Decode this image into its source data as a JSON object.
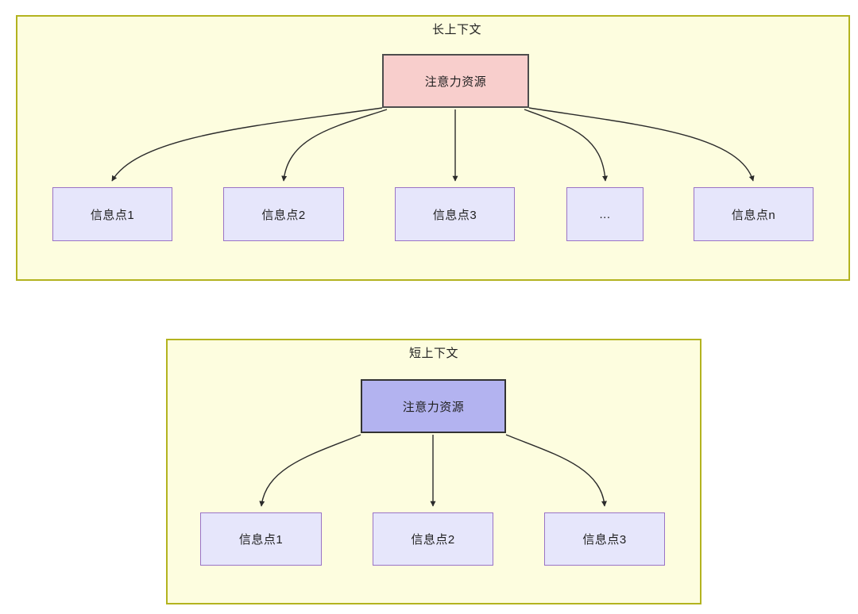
{
  "diagram": {
    "title_hidden": "",
    "colors": {
      "panel_fill": "#fdfddf",
      "panel_border": "#b3b31f",
      "root_long_fill": "#f8cecc",
      "root_long_border": "#4d4d4d",
      "root_short_fill": "#b3b3f0",
      "root_short_border": "#333333",
      "leaf_fill": "#e6e6fb",
      "leaf_border": "#9a73c6",
      "edge_stroke": "#2b2b2b",
      "text": "#1f1f1f"
    },
    "panels": [
      {
        "id": "long-context",
        "title": "长上下文",
        "root": {
          "label": "注意力资源"
        },
        "leaves": [
          {
            "label": "信息点1"
          },
          {
            "label": "信息点2"
          },
          {
            "label": "信息点3"
          },
          {
            "label": "..."
          },
          {
            "label": "信息点n"
          }
        ]
      },
      {
        "id": "short-context",
        "title": "短上下文",
        "root": {
          "label": "注意力资源"
        },
        "leaves": [
          {
            "label": "信息点1"
          },
          {
            "label": "信息点2"
          },
          {
            "label": "信息点3"
          }
        ]
      }
    ]
  }
}
